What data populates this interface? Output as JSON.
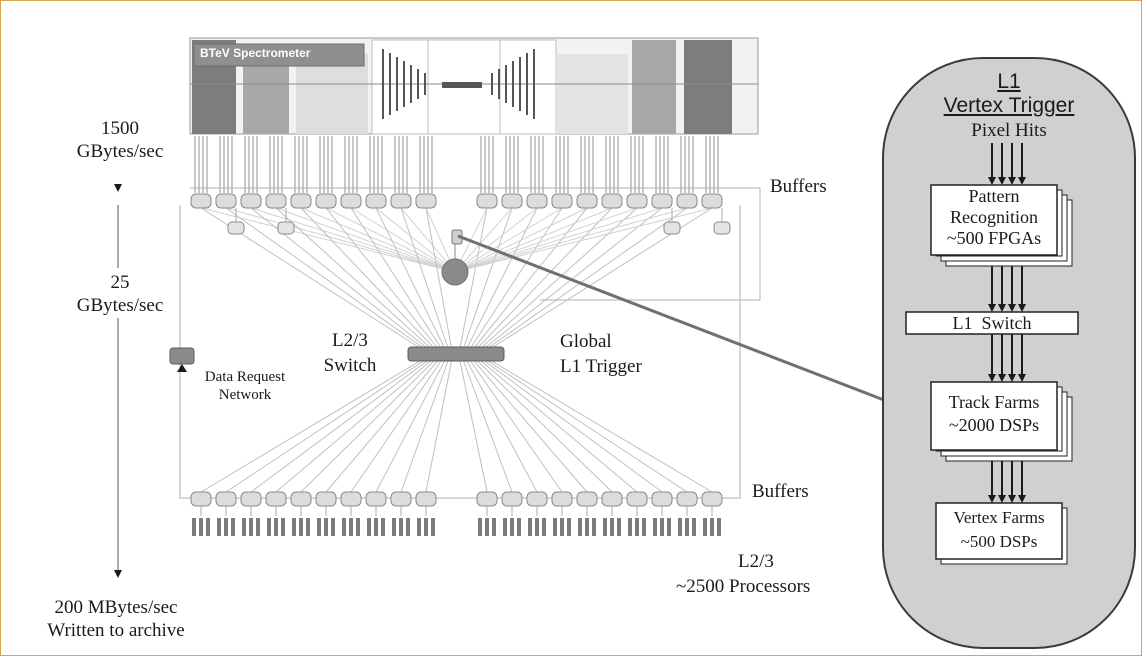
{
  "spectrometer": {
    "label": "BTeV Spectrometer"
  },
  "rates": {
    "r1_value": "1500",
    "r1_unit": "GBytes/sec",
    "r2_value": "25",
    "r2_unit": "GBytes/sec",
    "r3_line1": "200 MBytes/sec",
    "r3_line2": "Written to archive"
  },
  "labels": {
    "buffers_top": "Buffers",
    "buffers_bottom": "Buffers",
    "global_l1_line1": "Global",
    "global_l1_line2": "L1 Trigger",
    "l23_switch_line1": "L2/3",
    "l23_switch_line2": "Switch",
    "data_request_line1": "Data Request",
    "data_request_line2": "Network",
    "l23_proc_line1": "L2/3",
    "l23_proc_line2": "~2500 Processors"
  },
  "l1_panel": {
    "title_line1": "L1",
    "title_line2": "Vertex Trigger",
    "pixel_hits": "Pixel Hits",
    "pattern_line1": "Pattern",
    "pattern_line2": "Recognition",
    "pattern_line3": "~500 FPGAs",
    "switch": "L1  Switch",
    "track_line1": "Track Farms",
    "track_line2": "~2000 DSPs",
    "vertex_line1": "Vertex Farms",
    "vertex_line2": "~500 DSPs"
  },
  "colors": {
    "frame": "#d9a64c",
    "dark_gray": "#7d7d7d",
    "mid_gray": "#a8a8a8",
    "light_gray": "#dedede",
    "panel_fill": "#d0d0d0"
  }
}
